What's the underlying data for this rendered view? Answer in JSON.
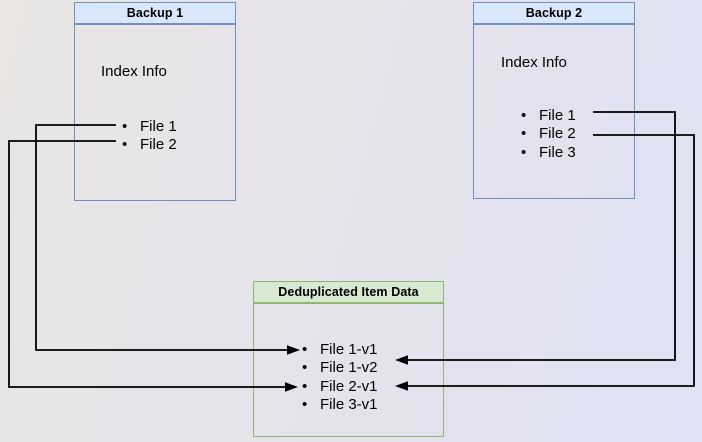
{
  "diagram": {
    "backup1": {
      "title": "Backup 1",
      "subtitle": "Index Info",
      "items": [
        "File 1",
        "File 2"
      ]
    },
    "backup2": {
      "title": "Backup 2",
      "subtitle": "Index Info",
      "items": [
        "File 1",
        "File 2",
        "File 3"
      ]
    },
    "dedup": {
      "title": "Deduplicated Item Data",
      "items": [
        "File 1-v1",
        "File 1-v2",
        "File 2-v1",
        "File 3-v1"
      ]
    },
    "connections": [
      {
        "from": "Backup 1 / File 1",
        "to": "File 1-v1",
        "enters_from": "left"
      },
      {
        "from": "Backup 1 / File 2",
        "to": "File 2-v1",
        "enters_from": "left"
      },
      {
        "from": "Backup 2 / File 1",
        "to": "File 1-v2",
        "enters_from": "right"
      },
      {
        "from": "Backup 2 / File 2",
        "to": "File 2-v1",
        "enters_from": "right"
      }
    ],
    "colors": {
      "blue_header_fill": "#d9e7fb",
      "blue_border": "#7190bf",
      "green_header_fill": "#d8e9d2",
      "green_border": "#8fb671",
      "edge": "#000000",
      "background_left": "#e9e6e4",
      "background_right": "#dfe1f4"
    }
  }
}
